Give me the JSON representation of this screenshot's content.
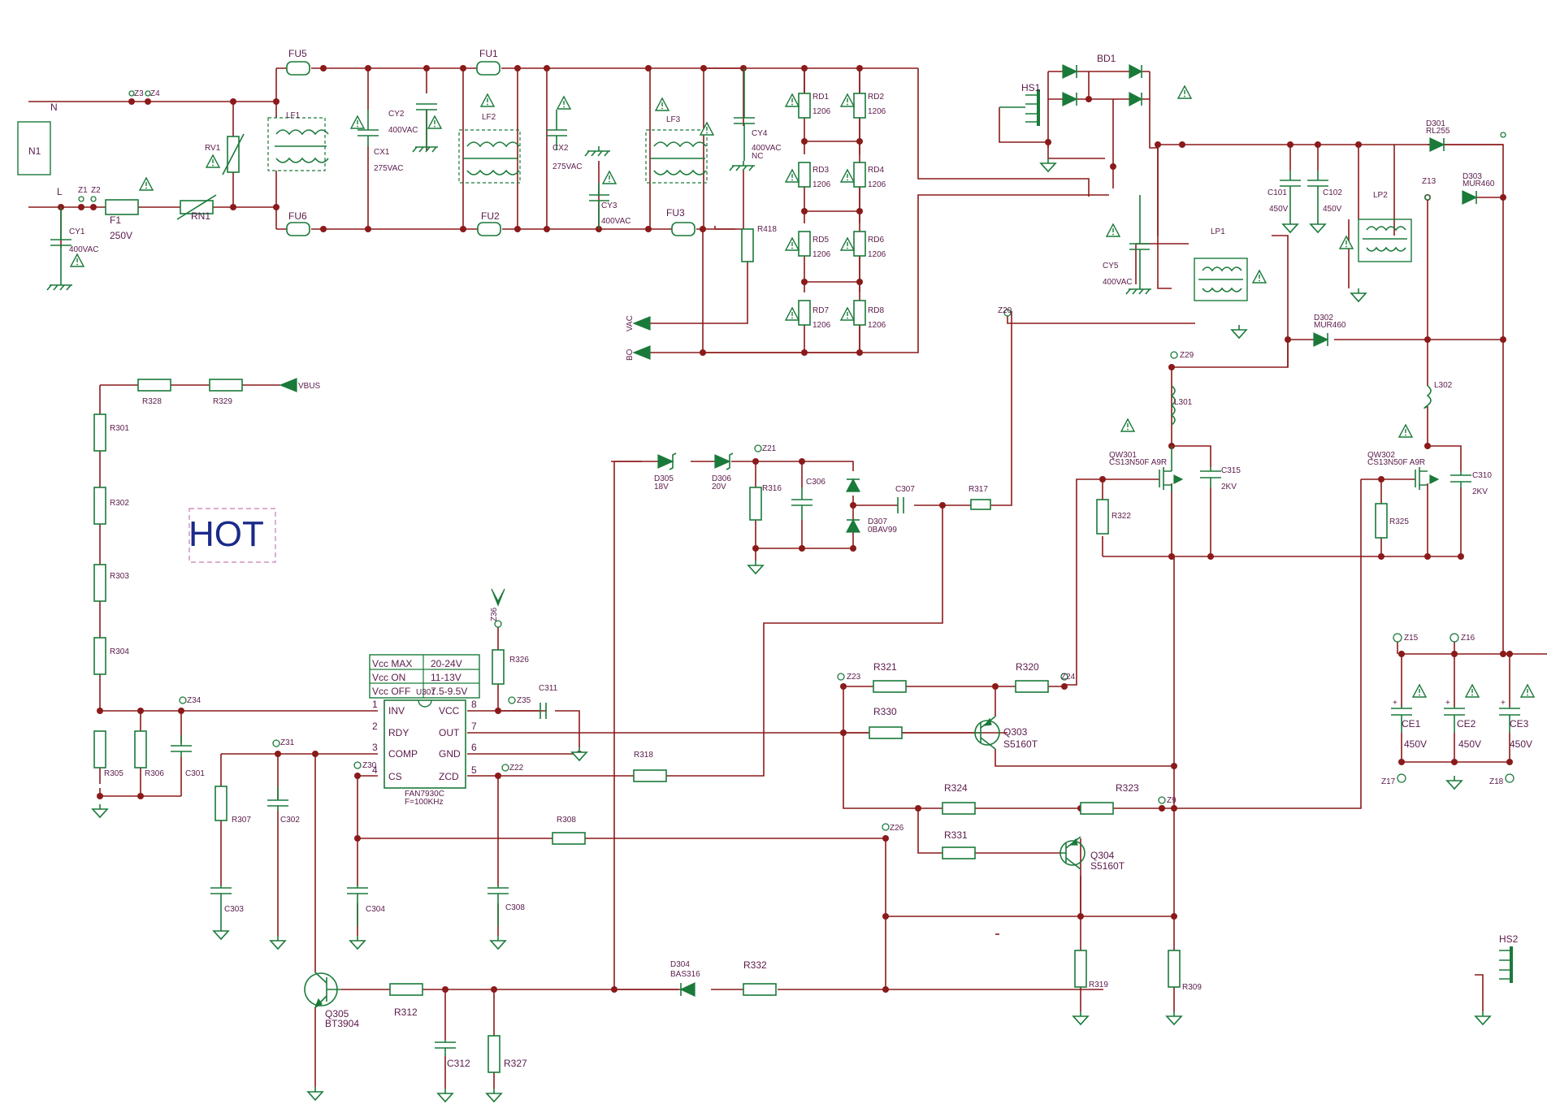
{
  "colors": {
    "wire": "#8b1a1a",
    "component": "#1a7a3a",
    "label": "#5a1a4a",
    "hot": "#1a2a8a"
  },
  "zone_label": "HOT",
  "ports": {
    "N": "N",
    "L": "L",
    "connector": "N1",
    "vac": "VAC",
    "bo": "BO",
    "vbus": "VBUS"
  },
  "fuses": {
    "f1": "F1",
    "f1_rating": "250V",
    "fu1": "FU1",
    "fu2": "FU2",
    "fu3": "FU3",
    "fu5": "FU5",
    "fu6": "FU6"
  },
  "misc": {
    "rv1": "RV1",
    "rn1": "RN1",
    "bd1": "BD1",
    "hs1": "HS1",
    "hs2": "HS2",
    "lf1": "LF1",
    "lf2": "LF2",
    "lf3": "LF3",
    "lp1": "LP1",
    "lp2": "LP2",
    "l301": "L301",
    "l302": "L302"
  },
  "caps": {
    "cy1": "CY1",
    "cy1_v": "400VAC",
    "cy2": "CY2",
    "cy2_v": "400VAC",
    "cx1": "CX1",
    "cx1_v": "275VAC",
    "cx2": "CX2",
    "cx2_v": "275VAC",
    "cy3": "CY3",
    "cy3_v": "400VAC",
    "cy4": "CY4",
    "cy4_v": "400VAC",
    "cy4_nc": "NC",
    "cy5": "CY5",
    "cy5_v": "400VAC",
    "c101": "C101",
    "c101_v": "450V",
    "c102": "C102",
    "c102_v": "450V",
    "c315": "C315",
    "c315_v": "2KV",
    "c310": "C310",
    "c310_v": "2KV",
    "c306": "C306",
    "c307": "C307",
    "c311": "C311",
    "c301": "C301",
    "c302": "C302",
    "c303": "C303",
    "c304": "C304",
    "c308": "C308",
    "c312": "C312",
    "ce1": "CE1",
    "ce2": "CE2",
    "ce3": "CE3",
    "ce_v": "450V"
  },
  "resistors": {
    "rd1": "RD1",
    "rd2": "RD2",
    "rd3": "RD3",
    "rd4": "RD4",
    "rd5": "RD5",
    "rd6": "RD6",
    "rd7": "RD7",
    "rd8": "RD8",
    "rd_pkg": "1206",
    "r418": "R418",
    "r316": "R316",
    "r317": "R317",
    "r322": "R322",
    "r325": "R325",
    "r328": "R328",
    "r329": "R329",
    "r301": "R301",
    "r302": "R302",
    "r303": "R303",
    "r304": "R304",
    "r305": "R305",
    "r306": "R306",
    "r307": "R307",
    "r326": "R326",
    "r318": "R318",
    "r308": "R308",
    "r321": "R321",
    "r320": "R320",
    "r330": "R330",
    "r324": "R324",
    "r323": "R323",
    "r331": "R331",
    "r319": "R319",
    "r309": "R309",
    "r312": "R312",
    "r327": "R327",
    "r332": "R332"
  },
  "diodes": {
    "d301": "D301",
    "d301_t": "RL255",
    "d302": "D302",
    "d302_t": "MUR460",
    "d303": "D303",
    "d303_t": "MUR460",
    "d304": "D304",
    "d304_t": "BAS316",
    "d305": "D305",
    "d305_t": "18V",
    "d306": "D306",
    "d306_t": "20V",
    "d307": "D307",
    "d307_t": "0BAV99"
  },
  "transistors": {
    "qw301": "QW301",
    "qw301_t": "CS13N50F A9R",
    "qw302": "QW302",
    "qw302_t": "CS13N50F A9R",
    "q303": "Q303",
    "q303_t": "S5160T",
    "q304": "Q304",
    "q304_t": "S5160T",
    "q305": "Q305",
    "q305_t": "BT3904"
  },
  "ic": {
    "ref": "U301",
    "part": "FAN7930C",
    "freq": "F=100KHz",
    "pins_left": [
      {
        "n": "1",
        "name": "INV"
      },
      {
        "n": "2",
        "name": "RDY"
      },
      {
        "n": "3",
        "name": "COMP"
      },
      {
        "n": "4",
        "name": "CS"
      }
    ],
    "pins_right": [
      {
        "n": "8",
        "name": "VCC"
      },
      {
        "n": "7",
        "name": "OUT"
      },
      {
        "n": "6",
        "name": "GND"
      },
      {
        "n": "5",
        "name": "ZCD"
      }
    ],
    "vcc_table": [
      {
        "param": "Vcc MAX",
        "value": "20-24V"
      },
      {
        "param": "Vcc  ON",
        "value": "11-13V"
      },
      {
        "param": "Vcc OFF",
        "value": "7.5-9.5V"
      }
    ]
  },
  "test_points": {
    "z1": "Z1",
    "z2": "Z2",
    "z3": "Z3",
    "z4": "Z4",
    "z9": "Z9",
    "z13": "Z13",
    "z15": "Z15",
    "z16": "Z16",
    "z17": "Z17",
    "z18": "Z18",
    "z20": "Z20",
    "z21": "Z21",
    "z22": "Z22",
    "z23": "Z23",
    "z24": "Z24",
    "z26": "Z26",
    "z29": "Z29",
    "z30": "Z30",
    "z31": "Z31",
    "z34": "Z34",
    "z35": "Z35",
    "z36": "Z36"
  }
}
